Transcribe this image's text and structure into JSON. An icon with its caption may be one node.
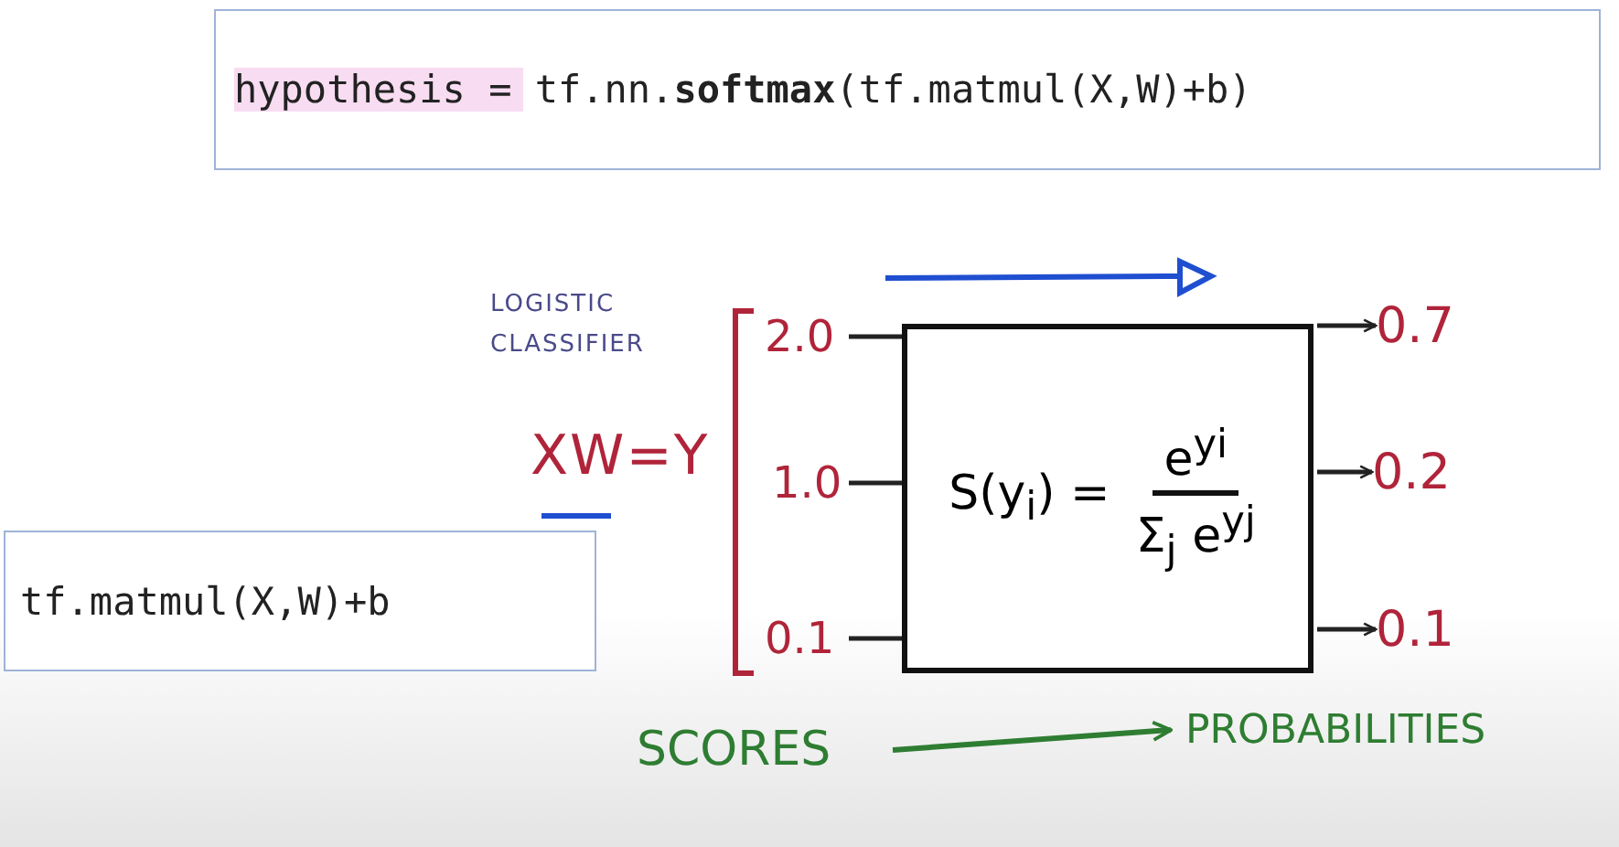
{
  "diagram": {
    "nodes": [
      {
        "text": [
          "hypothesis = tf.nn.**softmax**(tf.matmul(X,W)+b)"
        ]
      },
      {
        "text": [
          "tf.matmul(X,W)+b"
        ]
      },
      {
        "text": [
          "2.0"
        ]
      },
      {
        "text": [
          "1.0"
        ]
      },
      {
        "text": [
          "0.1"
        ]
      },
      {
        "text": [
          "S(y$_{i}$) =",
          "e$^{yi}$",
          "Σ$_{j}$ e$^{yj}$"
        ]
      },
      {
        "text": [
          "0.7"
        ]
      },
      {
        "text": [
          "0.2"
        ]
      },
      {
        "text": [
          "0.1"
        ]
      },
      {
        "text": [
          "SCORES"
        ]
      },
      {
        "text": [
          "PROBABILITIES"
        ]
      }
    ],
    "edges": [
      {
        "from": 2,
        "to": 5,
        "arrow": "none"
      },
      {
        "from": 3,
        "to": 5,
        "arrow": "none"
      },
      {
        "from": 4,
        "to": 5,
        "arrow": "none"
      },
      {
        "from": 5,
        "to": 6,
        "arrow": "to"
      },
      {
        "from": 5,
        "to": 7,
        "arrow": "to"
      },
      {
        "from": 5,
        "to": 8,
        "arrow": "to"
      },
      {
        "from": 9,
        "to": 10,
        "arrow": "to",
        "color": "#2e7d32"
      }
    ],
    "labels": [
      "LOGISTIC CLASSIFIER",
      "XW=Y"
    ]
  }
}
